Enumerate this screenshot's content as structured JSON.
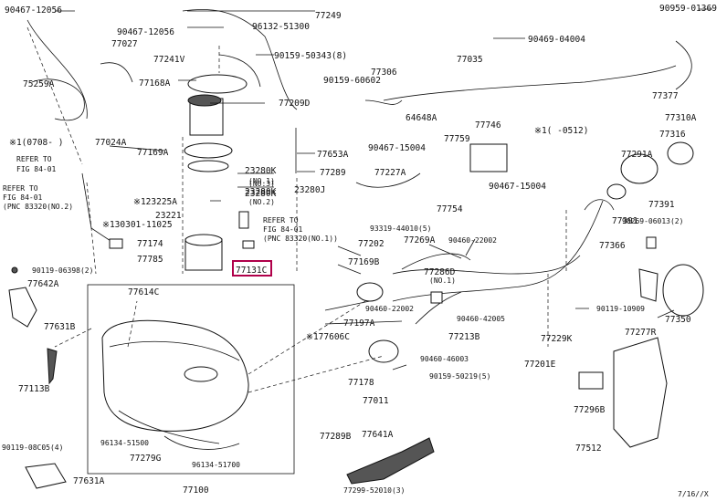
{
  "labels": {
    "l1": "90467-12056",
    "l2": "77249",
    "l3": "90467-12056",
    "l4": "96132-51300",
    "l5": "90959-01369",
    "l6": "77027",
    "l7": "77241V",
    "l8": "90159-50343(8)",
    "l9": "90469-04004",
    "l10": "75259A",
    "l11": "77168A",
    "l12": "77306",
    "l13": "77035",
    "l14": "90159-60602",
    "l15": "77377",
    "l16": "77209D",
    "l17": "64648A",
    "l18": "77746",
    "l19": "※1(0708- )",
    "l20": "77024A",
    "l21": "77169A",
    "l22": "77653A",
    "l23": "90467-15004",
    "l24": "77759",
    "l25": "※1( -0512)",
    "l26": "77310A",
    "l27": "77316",
    "l28": "REFER TO",
    "l29": "FIG 84-01",
    "l30": "23280K",
    "l31": "(NO.1)",
    "l32": "77289",
    "l33": "77227A",
    "l34": "77291A",
    "l35": "REFER TO",
    "l36": "FIG 84-01",
    "l37": "(PNC 83320(NO.2)",
    "l38": "23280K",
    "l39": "(NO.3)",
    "l40": "23280K",
    "l41": "(NO.2)",
    "l42": "23280J",
    "l43": "90467-15004",
    "l44": "※123225A",
    "l45": "77754",
    "l46": "77391",
    "l47": "23221",
    "l48": "※130301-11025",
    "l49": "REFER TO",
    "l50": "FIG 84-01",
    "l51": "(PNC 83320(NO.1))",
    "l52": "93319-44010(5)",
    "l53": "90269-06013(2)",
    "l54": "77174",
    "l55": "77202",
    "l56": "77269A",
    "l57": "90460-22002",
    "l58": "77391",
    "l59": "77366",
    "l60": "77785",
    "l61": "77169B",
    "l62": "77131C",
    "l63": "90119-06398(2)",
    "l64": "77286D",
    "l65": "(NO.1)",
    "l66": "77642A",
    "l67": "77614C",
    "l68": "90460-22002",
    "l69": "90119-10909",
    "l70": "77631B",
    "l71": "77197A",
    "l72": "90460-42005",
    "l73": "77350",
    "l74": "※177606C",
    "l75": "77213B",
    "l76": "77229K",
    "l77": "77277R",
    "l78": "90460-46003",
    "l79": "77201E",
    "l80": "77113B",
    "l81": "77178",
    "l82": "90159-50219(5)",
    "l83": "77011",
    "l84": "77296B",
    "l85": "77289B",
    "l86": "96134-51500",
    "l87": "77641A",
    "l88": "90119-08C05(4)",
    "l89": "77279G",
    "l90": "77512",
    "l91": "96134-51700",
    "l92": "77631A",
    "l93": "77100",
    "l94": "77299-52010(3)",
    "l95": "7/16//X"
  },
  "colors": {
    "highlight": "#b0004a",
    "ink": "#111111"
  }
}
